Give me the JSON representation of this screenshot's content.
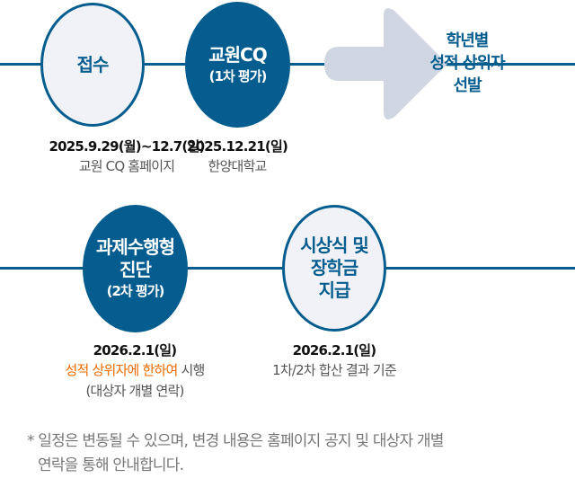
{
  "steps": [
    {
      "title": "접수",
      "date": "2025.9.29(월)~12.7(일)",
      "detail": "교원 CQ 홈페이지"
    },
    {
      "title": "교원CQ",
      "subtitle": "(1차 평가)",
      "date": "2025.12.21(일)",
      "detail": "한양대학교"
    },
    {
      "title_lines": [
        "학년별",
        "성적 상위자",
        "선발"
      ]
    },
    {
      "title_lines": [
        "과제수행형",
        "진단"
      ],
      "subtitle": "(2차 평가)",
      "date": "2026.2.1(일)",
      "detail_highlight": "성적 상위자에 한하여",
      "detail_rest": " 시행",
      "detail2": "(대상자 개별 연락)"
    },
    {
      "title_lines": [
        "시상식 및",
        "장학금",
        "지급"
      ],
      "date": "2026.2.1(일)",
      "detail": "1차/2차 합산 결과 기준"
    }
  ],
  "note": {
    "line1": "* 일정은 변동될 수 있으며, 변경 내용은 홈페이지 공지 및 대상자 개별",
    "line2": "연락을 통해 안내합니다."
  },
  "colors": {
    "primary": "#045d8e",
    "light": "#f0f2f7",
    "arrow": "#cfd6e2",
    "highlight": "#f06a00"
  }
}
